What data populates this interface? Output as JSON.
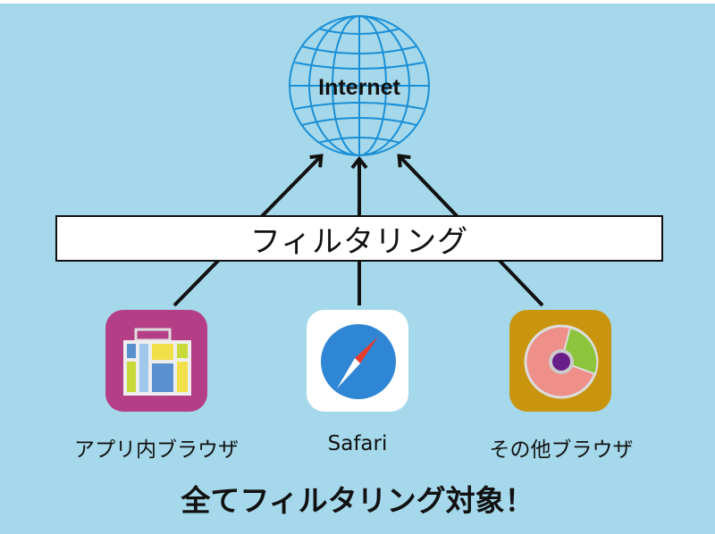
{
  "internet": {
    "label": "Internet"
  },
  "filter": {
    "label": "フィルタリング"
  },
  "sources": [
    {
      "label": "アプリ内ブラウザ",
      "icon": "in-app-browser-icon"
    },
    {
      "label": "Safari",
      "icon": "safari-compass-icon"
    },
    {
      "label": "その他ブラウザ",
      "icon": "other-browser-icon"
    }
  ],
  "caption": "全てフィルタリング対象！",
  "colors": {
    "background": "#a5d8ea",
    "globe": "#1a8fd6"
  }
}
